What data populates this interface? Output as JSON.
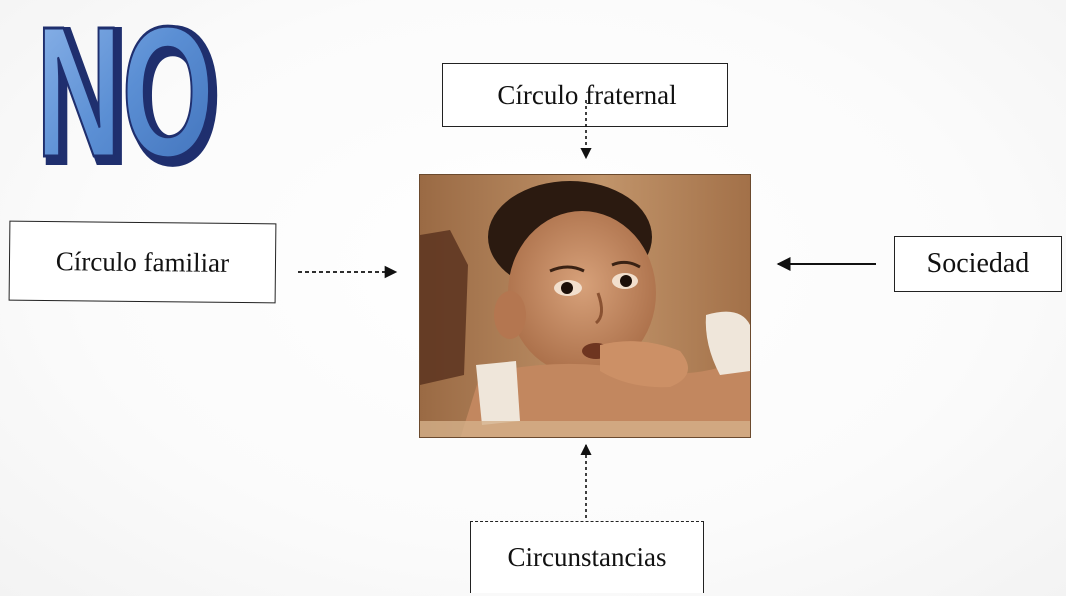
{
  "logo": {
    "text": "NO",
    "fill_color": "#5b8fd4",
    "outline_color": "#1f2f6e"
  },
  "diagram": {
    "boxes": {
      "circulo_fraternal": "Círculo fraternal",
      "circulo_familiar": "Círculo familiar",
      "sociedad": "Sociedad",
      "circunstancias": "Circunstancias"
    },
    "center_image": "photo of a young boy resting his chin on his arms (sepia tone)",
    "photo_tone": "#b07d52"
  }
}
